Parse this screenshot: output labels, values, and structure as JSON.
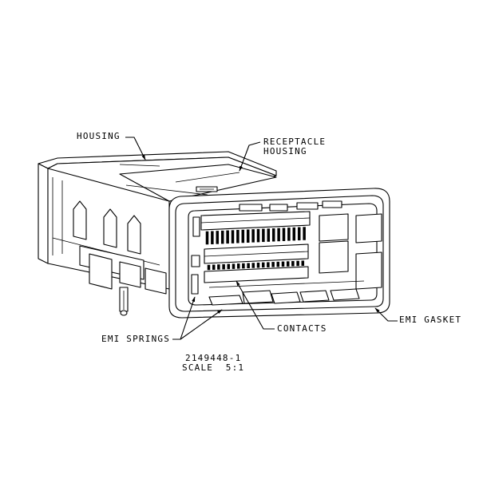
{
  "drawing": {
    "labels": {
      "housing": "HOUSING",
      "receptacle_line1": "RECEPTACLE",
      "receptacle_line2": "HOUSING",
      "emi_springs": "EMI SPRINGS",
      "contacts": "CONTACTS",
      "emi_gasket": "EMI GASKET"
    },
    "part_number": "2149448-1",
    "scale": "SCALE  5:1",
    "icons": [
      "connector-housing-drawing",
      "leader-arrow"
    ]
  }
}
